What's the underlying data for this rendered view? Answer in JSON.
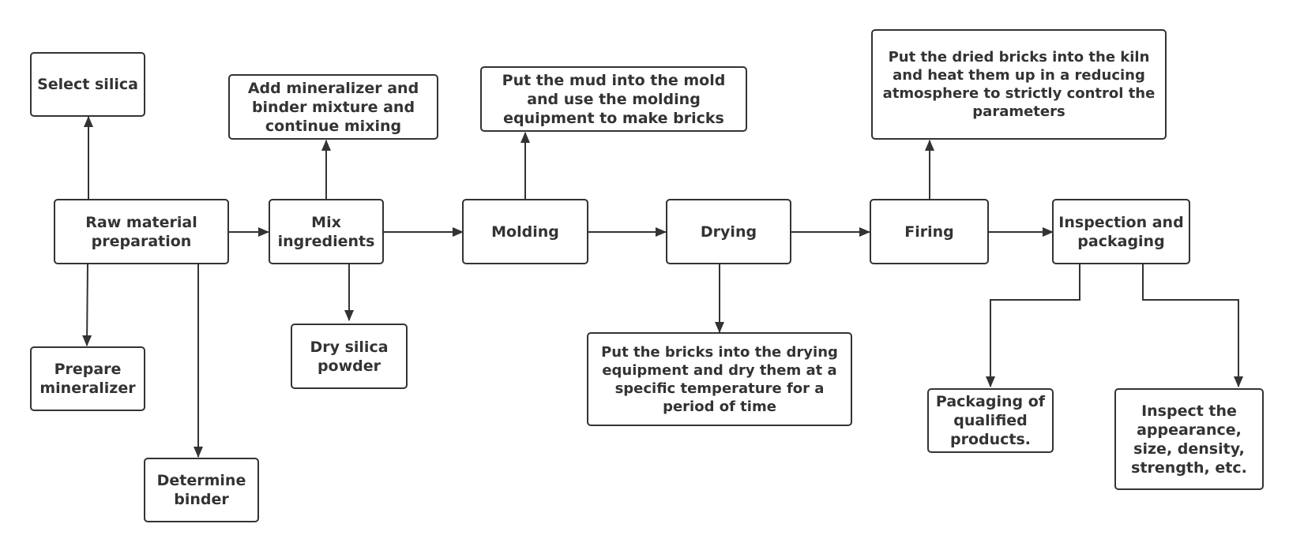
{
  "colors": {
    "stroke": "#333333",
    "text": "#333333",
    "fill": "#ffffff"
  },
  "nodes": {
    "select_silica": "Select silica",
    "raw_material": "Raw material preparation",
    "prepare_mineralizer": "Prepare mineralizer",
    "determine_binder": "Determine binder",
    "add_mineralizer": "Add mineralizer and binder mixture and continue mixing",
    "mix_ingredients": "Mix ingredients",
    "dry_silica": "Dry silica powder",
    "put_mud": "Put the mud into the mold and use the molding equipment to make bricks",
    "molding": "Molding",
    "drying": "Drying",
    "put_bricks": "Put the bricks into the drying equipment and dry them at a specific temperature for a period of time",
    "put_dried": "Put the dried bricks into the kiln and heat them up in a reducing atmosphere to strictly control the parameters",
    "firing": "Firing",
    "inspection": "Inspection and packaging",
    "packaging": "Packaging of qualified products.",
    "inspect": "Inspect the appearance, size, density, strength, etc."
  }
}
